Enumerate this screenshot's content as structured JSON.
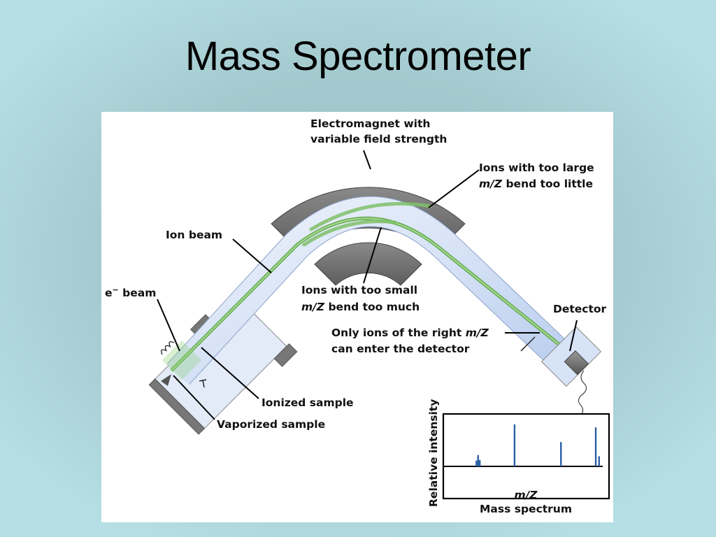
{
  "slide": {
    "title": "Mass Spectrometer"
  },
  "diagram": {
    "labels": {
      "electromagnet_line1": "Electromagnet with",
      "electromagnet_line2": "variable field strength",
      "ion_beam": "Ion beam",
      "e_beam": "e",
      "e_beam_sup": "−",
      "e_beam_rest": " beam",
      "too_large_line1": "Ions with too large",
      "too_large_mz": "m/Z",
      "too_large_line2_rest": " bend too little",
      "too_small_line1": "Ions with too small",
      "too_small_mz": "m/Z",
      "too_small_line2_rest": " bend too much",
      "detector": "Detector",
      "right_mz_line1": "Only ions of the right ",
      "right_mz_mz": "m/Z",
      "right_mz_line2": "can enter the detector",
      "ionized_sample": "Ionized sample",
      "vaporized_sample": "Vaporized sample"
    },
    "colors": {
      "magnet": "#6e6e6e",
      "tube": "#c9d8f2",
      "beam": "#7fbf6a",
      "spectrum_peak": "#2a5fa3"
    }
  },
  "chart_data": {
    "type": "bar",
    "title": "Mass spectrum",
    "xlabel": "m/Z",
    "ylabel": "Relative intensity",
    "x_ticks": [],
    "y_ticks": [],
    "peaks": [
      {
        "x": 0.2,
        "intensity": 14
      },
      {
        "x": 0.21,
        "intensity": 27
      },
      {
        "x": 0.22,
        "intensity": 15
      },
      {
        "x": 0.43,
        "intensity": 100
      },
      {
        "x": 0.71,
        "intensity": 58
      },
      {
        "x": 0.92,
        "intensity": 93
      },
      {
        "x": 0.94,
        "intensity": 24
      }
    ],
    "xlim": [
      0,
      1
    ],
    "ylim": [
      0,
      100
    ],
    "grid": false
  }
}
